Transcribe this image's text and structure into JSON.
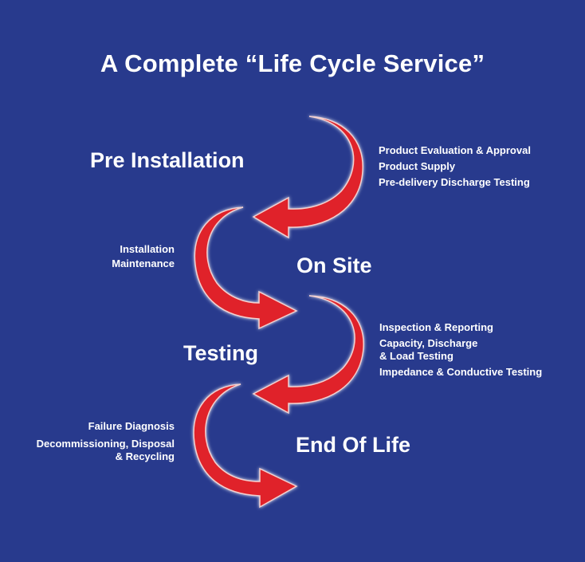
{
  "title": "A Complete “Life Cycle Service”",
  "stages": {
    "pre_installation": "Pre Installation",
    "on_site": "On Site",
    "testing": "Testing",
    "end_of_life": "End Of Life"
  },
  "lists": {
    "pre_installation": [
      "Product Evaluation & Approval",
      "Product Supply",
      "Pre-delivery Discharge Testing"
    ],
    "on_site": [
      "Installation",
      "Maintenance"
    ],
    "testing": [
      "Inspection & Reporting",
      "Capacity, Discharge",
      "& Load Testing",
      "Impedance & Conductive Testing"
    ],
    "end_of_life": [
      "Failure Diagnosis",
      "Decommissioning, Disposal",
      "& Recycling"
    ]
  },
  "colors": {
    "background": "#283a8d",
    "arrow": "#e0242a",
    "text": "#ffffff"
  }
}
